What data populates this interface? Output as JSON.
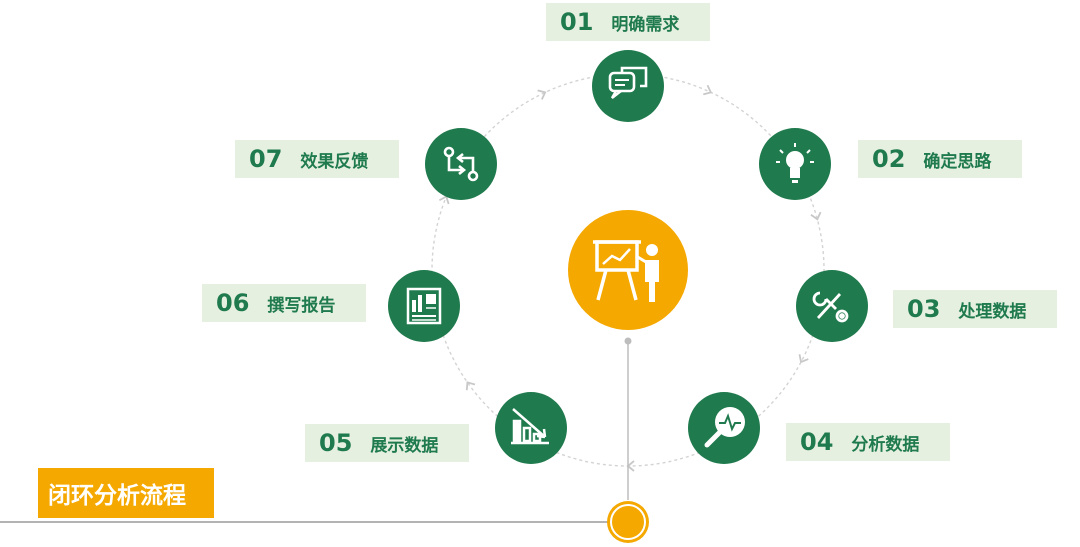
{
  "title": "闭环分析流程",
  "colors": {
    "green": "#1f7a4d",
    "orange": "#f5a800",
    "label_bg": "#e6f0e1",
    "track": "#cfcfcf"
  },
  "center_icon": "presentation-board-icon",
  "steps": [
    {
      "num": "01",
      "label": "明确需求",
      "icon": "speech-bubbles-icon"
    },
    {
      "num": "02",
      "label": "确定思路",
      "icon": "light-bulb-icon"
    },
    {
      "num": "03",
      "label": "处理数据",
      "icon": "tools-icon"
    },
    {
      "num": "04",
      "label": "分析数据",
      "icon": "magnifier-pulse-icon"
    },
    {
      "num": "05",
      "label": "展示数据",
      "icon": "bar-chart-down-icon"
    },
    {
      "num": "06",
      "label": "撰写报告",
      "icon": "report-document-icon"
    },
    {
      "num": "07",
      "label": "效果反馈",
      "icon": "feedback-loop-icon"
    }
  ]
}
